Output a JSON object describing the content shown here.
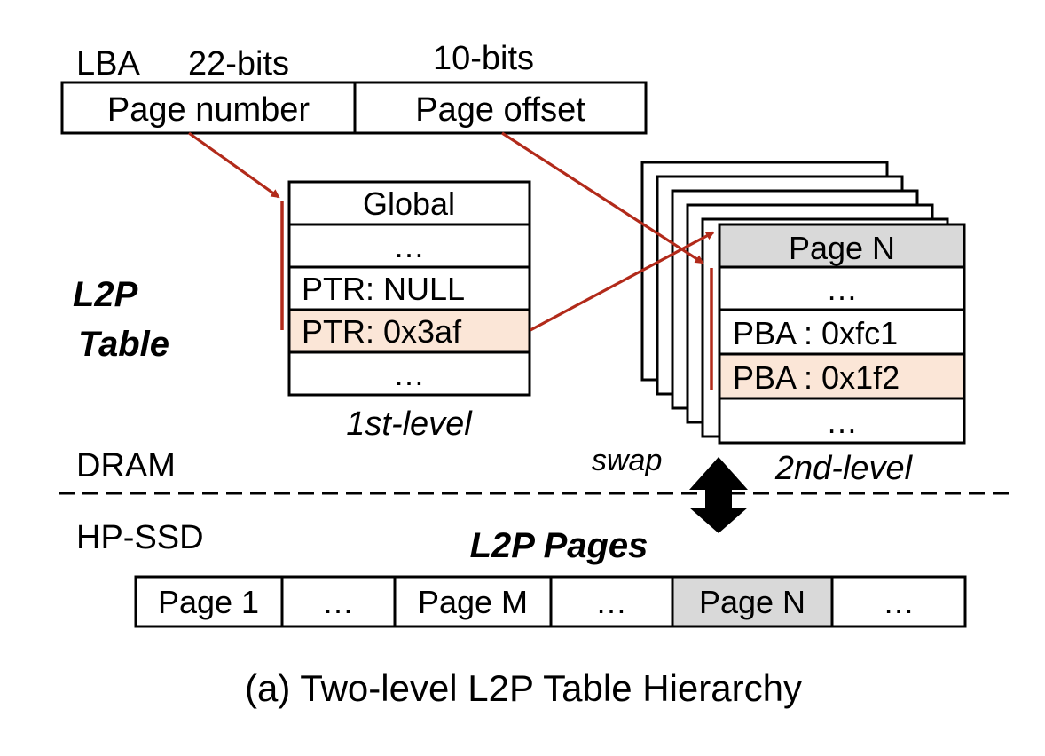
{
  "lba": {
    "label": "LBA",
    "page_number_bits": "22-bits",
    "page_offset_bits": "10-bits",
    "page_number": "Page number",
    "page_offset": "Page offset"
  },
  "l2p_table_label": [
    "L2P",
    "Table"
  ],
  "first_level": {
    "caption": "1st-level",
    "rows": [
      "Global",
      "…",
      "PTR:  NULL",
      "PTR: 0x3af",
      "…"
    ]
  },
  "second_level": {
    "caption": "2nd-level",
    "rows": [
      "Page N",
      "…",
      "PBA : 0xfc1",
      "PBA : 0x1f2",
      "…"
    ]
  },
  "swap_label": "swap",
  "dram_label": "DRAM",
  "ssd_label": "HP-SSD",
  "l2p_pages": {
    "title": "L2P Pages",
    "cells": [
      "Page 1",
      "…",
      "Page M",
      "…",
      "Page N",
      "…"
    ]
  },
  "caption": "(a) Two-level L2P Table Hierarchy",
  "colors": {
    "arrow": "#b22a1a",
    "highlight": "#fbe6d7",
    "page_gray": "#d9d9d9"
  }
}
